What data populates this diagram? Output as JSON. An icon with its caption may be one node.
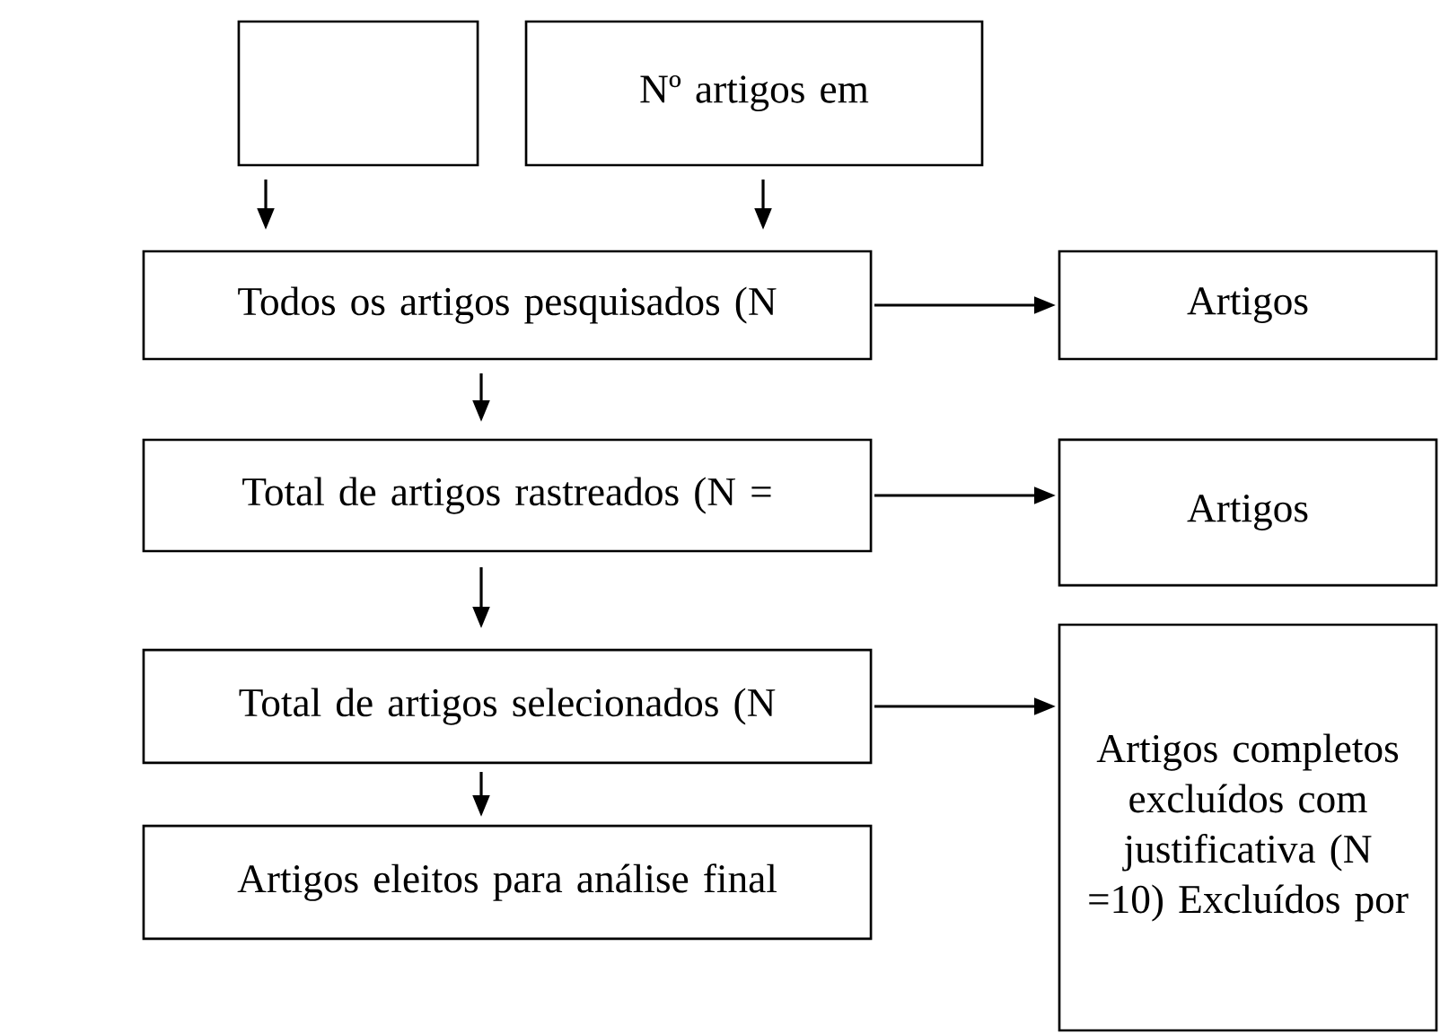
{
  "diagram": {
    "nodes": [
      {
        "text": [],
        "shape": "box"
      },
      {
        "text": [
          "Nº artigos em"
        ]
      },
      {
        "text": [
          "Todos os artigos pesquisados (N"
        ]
      },
      {
        "text": [
          "Artigos"
        ]
      },
      {
        "text": [
          "Total de artigos rastreados (N ="
        ]
      },
      {
        "text": [
          "Artigos"
        ]
      },
      {
        "text": [
          "Total de artigos selecionados (N"
        ]
      },
      {
        "text": [
          "Artigos completos excluídos com justificativa (N =10) Excluídos por"
        ]
      },
      {
        "text": [
          "Artigos eleitos para análise final"
        ]
      }
    ],
    "edges": [
      {
        "from": 0,
        "to": 2,
        "arrow": "to"
      },
      {
        "from": 1,
        "to": 2,
        "arrow": "to"
      },
      {
        "from": 2,
        "to": 3,
        "arrow": "to"
      },
      {
        "from": 2,
        "to": 4,
        "arrow": "to"
      },
      {
        "from": 4,
        "to": 5,
        "arrow": "to"
      },
      {
        "from": 4,
        "to": 6,
        "arrow": "to"
      },
      {
        "from": 6,
        "to": 7,
        "arrow": "to"
      },
      {
        "from": 6,
        "to": 8,
        "arrow": "to"
      }
    ]
  }
}
